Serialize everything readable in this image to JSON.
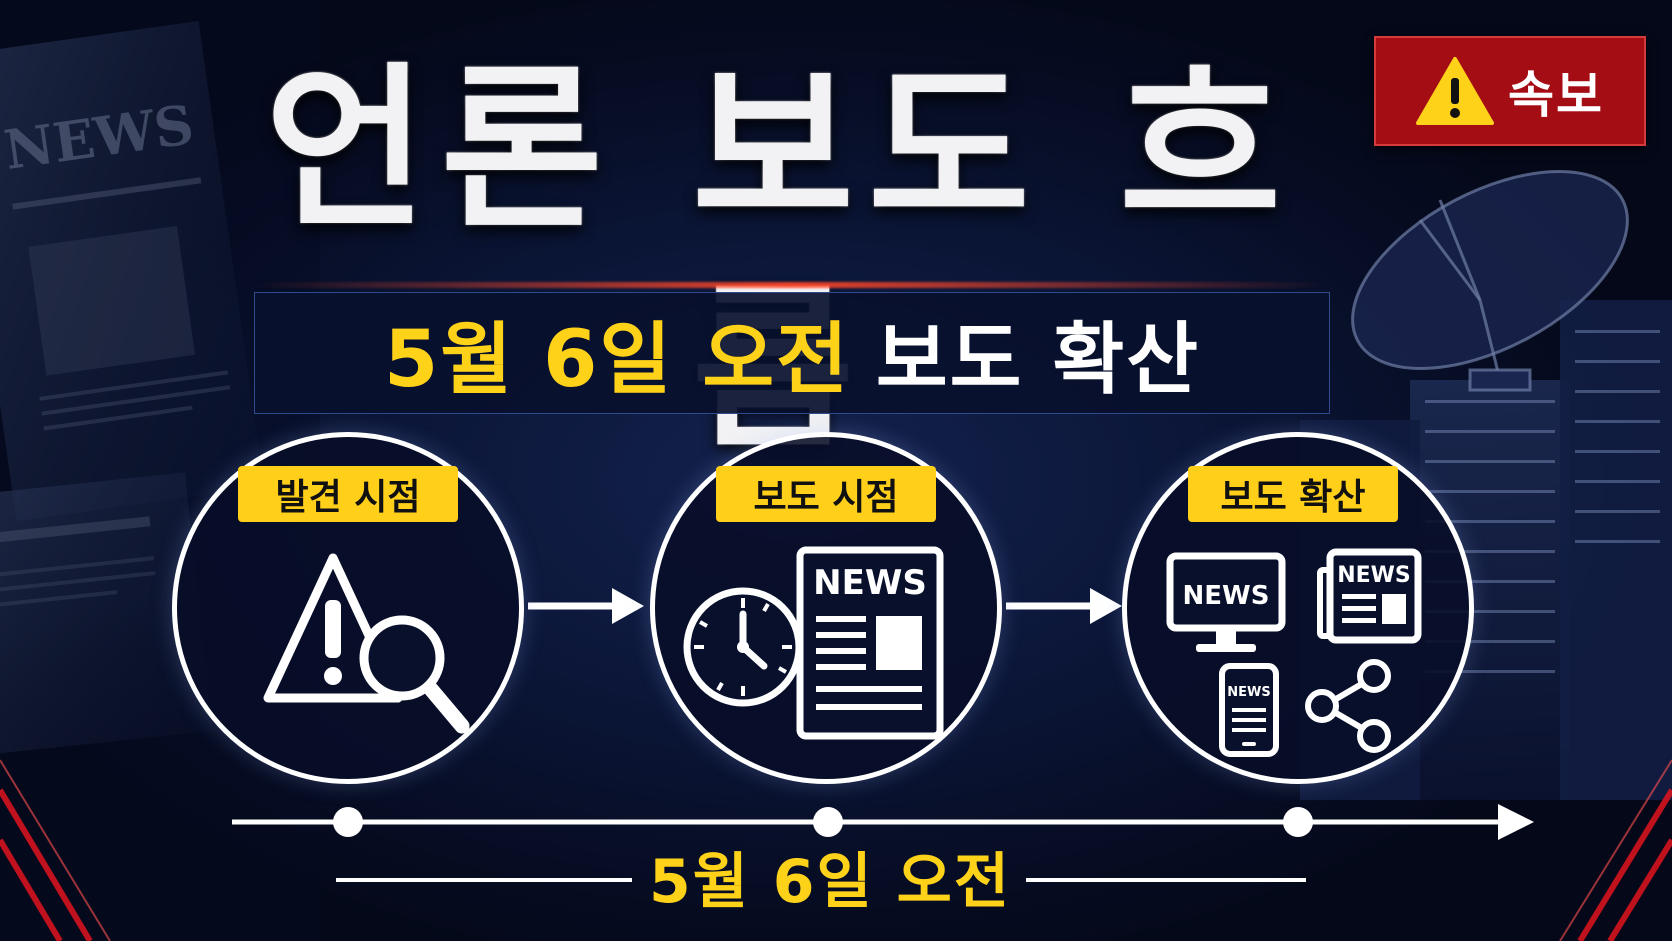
{
  "title": "언론 보도 흐름",
  "badge": {
    "label": "속보",
    "icon": "warning-icon"
  },
  "subtitle": {
    "highlight": "5월 6일 오전",
    "rest": "보도 확산"
  },
  "stages": [
    {
      "label": "발견 시점",
      "icons": [
        "warning-icon",
        "magnifier-icon"
      ]
    },
    {
      "label": "보도 시점",
      "icons": [
        "clock-icon",
        "newspaper-icon"
      ],
      "news_text": "NEWS"
    },
    {
      "label": "보도 확산",
      "icons": [
        "monitor-icon",
        "newspaper-icon",
        "smartphone-icon",
        "share-icon"
      ],
      "news_text": "NEWS"
    }
  ],
  "timeline": {
    "date_label": "5월 6일 오전",
    "points": 3
  },
  "background": {
    "newspaper_text": "NEWS"
  },
  "colors": {
    "accent_yellow": "#ffd21a",
    "badge_red": "#a50d14",
    "navy": "#0b1638"
  }
}
